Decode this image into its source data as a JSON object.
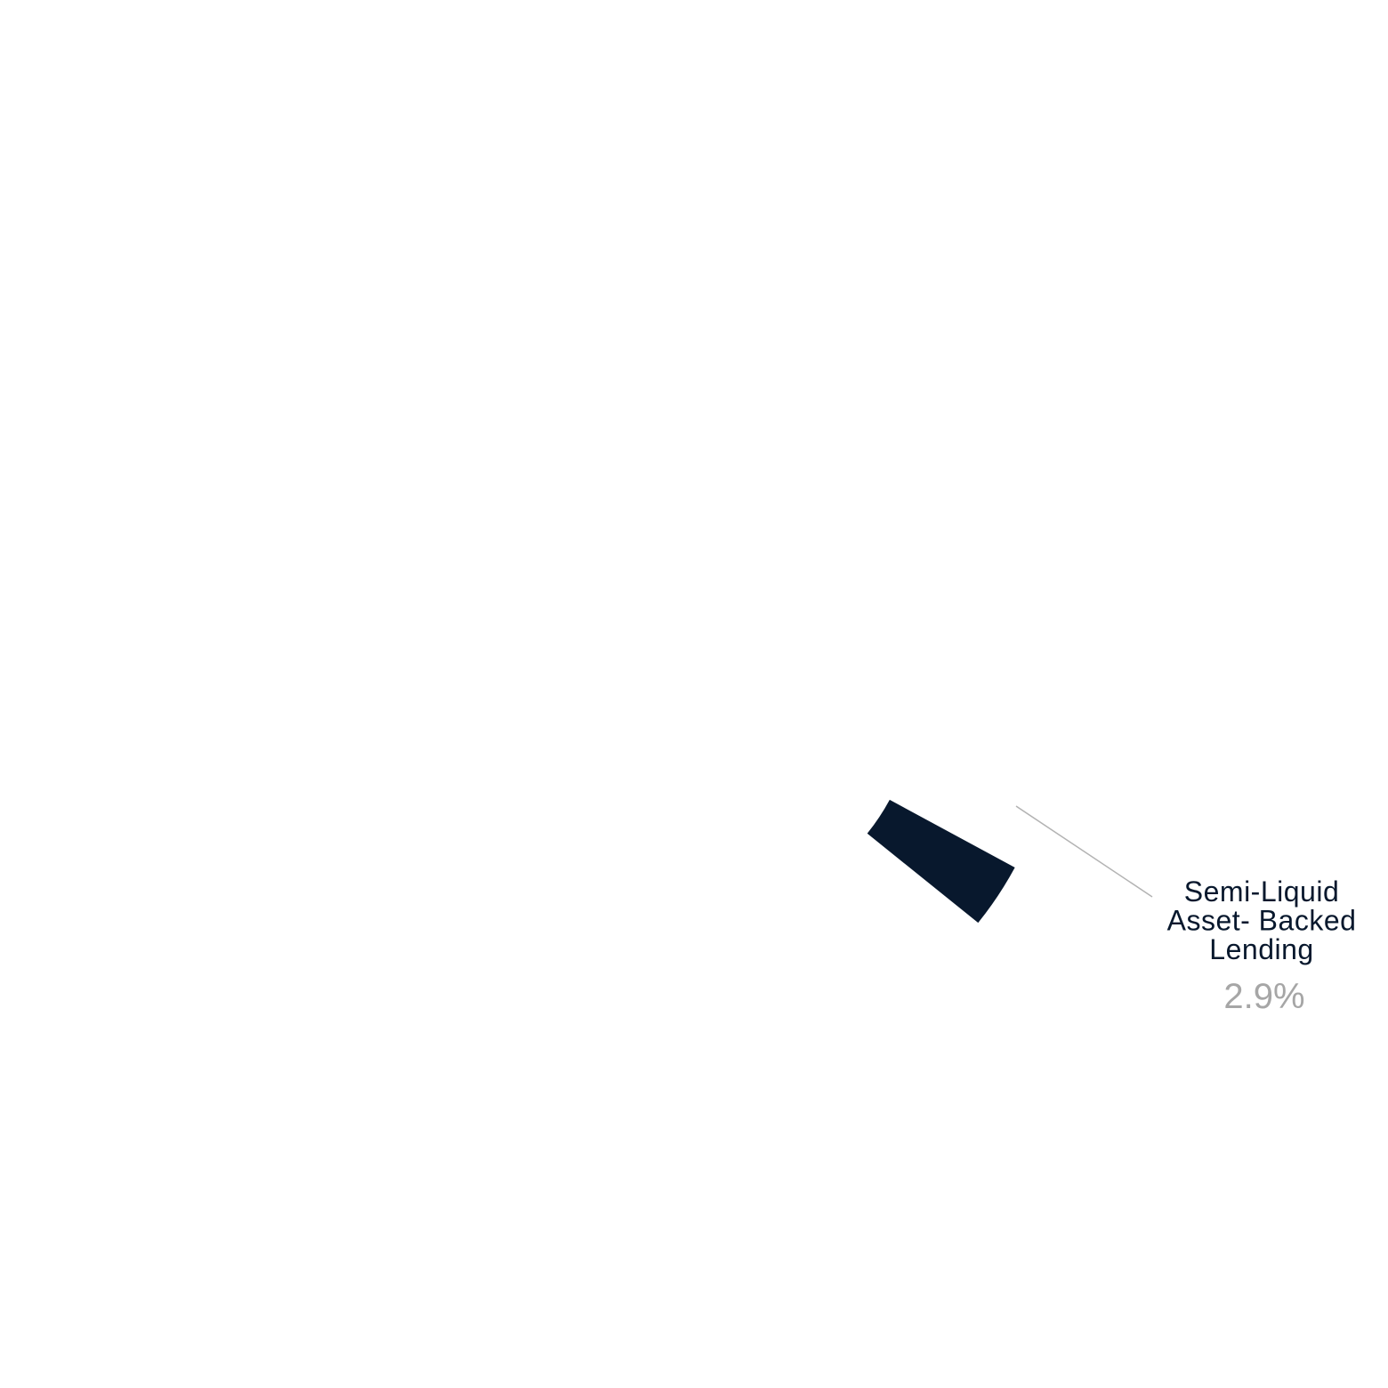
{
  "chart_data": {
    "type": "pie",
    "title": "",
    "slices": [
      {
        "label_lines": [
          "Semi-Liquid",
          "Asset- Backed",
          "Lending"
        ],
        "value": 2.9,
        "value_label": "2.9%",
        "color": "#08182d"
      }
    ],
    "leader_line_color": "#b3b3b3",
    "label_color": "#08182d",
    "value_label_color": "#a6a6a6"
  }
}
